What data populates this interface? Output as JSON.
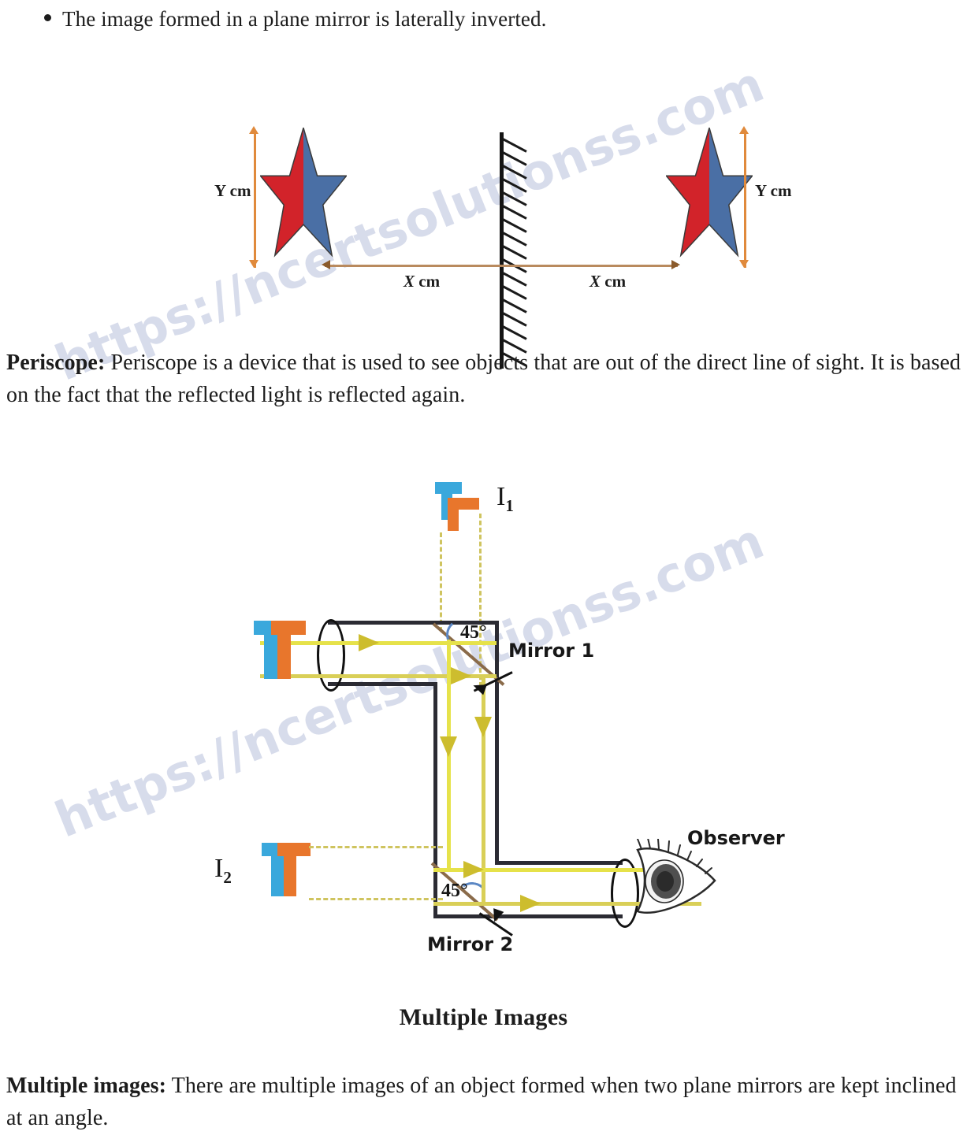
{
  "bullet": {
    "text": "The image formed in a plane mirror is laterally inverted."
  },
  "figure1": {
    "name": "plane-mirror-lateral-inversion",
    "labels": {
      "y_left": "Y cm",
      "y_right": "Y cm",
      "x_left_prefix": "X",
      "x_left_suffix": " cm",
      "x_right_prefix": "X",
      "x_right_suffix": " cm"
    },
    "colors": {
      "star_left_half": "#d2232a",
      "star_right_half": "#4a6fa5",
      "dimension_arrow": "#e08a3c",
      "baseline": "#b98a5e",
      "mirror": "#141414"
    }
  },
  "periscope_paragraph": {
    "bold_lead": "Periscope:",
    "body": " Periscope is a device that is used to see objects that are out of the direct line of sight. It is based on the fact that the reflected light is reflected again."
  },
  "figure2": {
    "name": "periscope-diagram",
    "labels": {
      "image1": "I",
      "image1_sub": "1",
      "image2": "I",
      "image2_sub": "2",
      "mirror1": "Mirror 1",
      "mirror2": "Mirror 2",
      "observer": "Observer",
      "angle1": "45°",
      "angle2": "45°"
    },
    "colors": {
      "ray": "#e6e24a",
      "ray_arrow": "#cdbd2e",
      "tube": "#2b2b33",
      "mirror_surface": "#8a6b4a",
      "object_blue": "#3aa8dc",
      "object_orange": "#e8762c",
      "angle_arc": "#5b87c4"
    },
    "caption": "Multiple Images"
  },
  "multiple_images_paragraph": {
    "bold_lead": "Multiple images:",
    "body": " There are multiple images of an object formed when two plane mirrors are kept inclined at an angle."
  },
  "watermark": {
    "text": "https://ncertsolutionss.com",
    "color": "#c9cfe4"
  }
}
